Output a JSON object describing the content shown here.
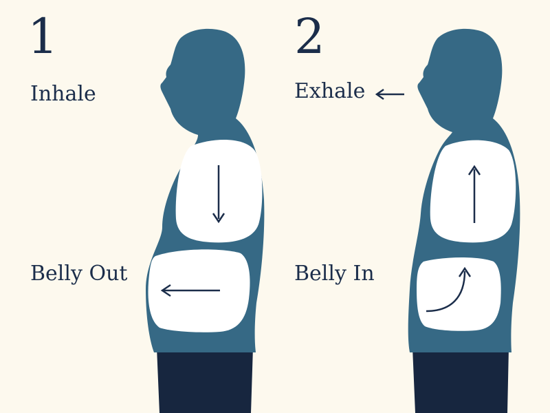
{
  "colors": {
    "background": "#fdf9ee",
    "body": "#366985",
    "pants": "#17263f",
    "ink": "#1b2d4a",
    "organ": "#ffffff"
  },
  "step1": {
    "number": "1",
    "action": "Inhale",
    "belly": "Belly Out"
  },
  "step2": {
    "number": "2",
    "action": "Exhale",
    "belly": "Belly In"
  },
  "icons": {
    "exhale_arrow": "arrow-left-icon"
  }
}
